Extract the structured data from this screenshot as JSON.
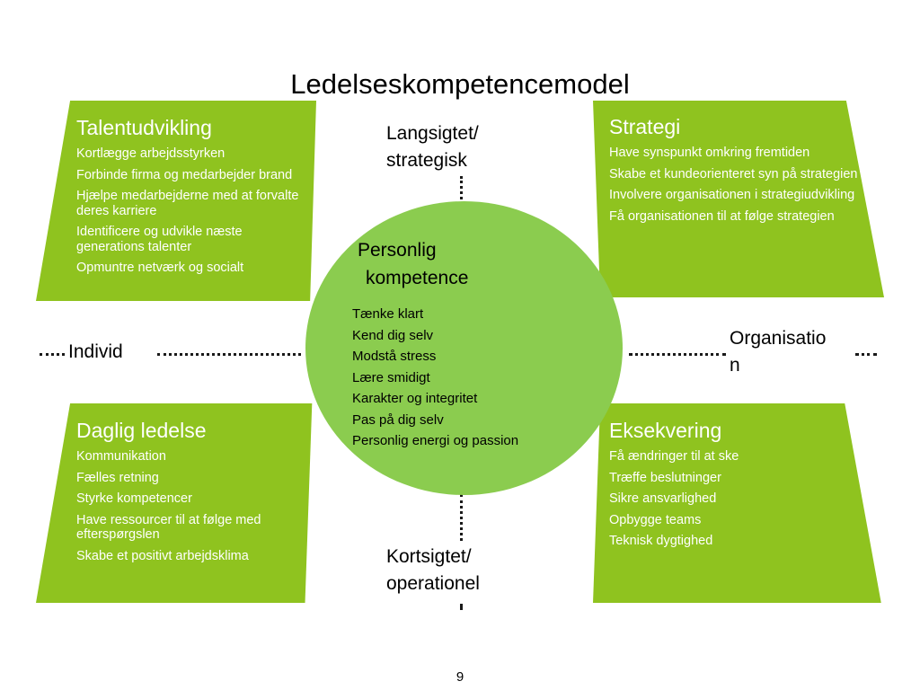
{
  "slide": {
    "title": "Ledelseskompetencemodel",
    "page_number": "9",
    "colors": {
      "quadrant_green": "#8FC31F",
      "circle_green": "#8BCC4F",
      "quadrant_text": "#FFFFFF",
      "axis_text": "#000000",
      "background": "#FFFFFF"
    }
  },
  "axes": {
    "top": {
      "line1": "Langsigtet/",
      "line2": "strategisk"
    },
    "bottom": {
      "line1": "Kortsigtet/",
      "line2": "operationel"
    },
    "left": {
      "line1": "Individ",
      "line2": ""
    },
    "right": {
      "line1": "Organisatio",
      "line2": "n"
    }
  },
  "center": {
    "heading_line1": "Personlig",
    "heading_line2": "kompetence",
    "items": [
      "Tænke klart",
      "Kend dig selv",
      "Modstå stress",
      "Lære smidigt",
      "Karakter og integritet",
      "Pas på dig selv",
      "Personlig energi og passion"
    ]
  },
  "quadrants": {
    "top_left": {
      "heading": "Talentudvikling",
      "items": [
        "Kortlægge arbejdsstyrken",
        "Forbinde firma og medarbejder brand",
        "Hjælpe medarbejderne med at forvalte deres karriere",
        "Identificere og udvikle næste generations talenter",
        "Opmuntre netværk og socialt"
      ]
    },
    "top_right": {
      "heading": "Strategi",
      "items": [
        "Have synspunkt omkring fremtiden",
        "Skabe et kundeorienteret syn på strategien",
        "Involvere organisationen i strategiudvikling",
        "Få organisationen til at følge strategien"
      ]
    },
    "bottom_left": {
      "heading": "Daglig ledelse",
      "items": [
        "Kommunikation",
        "Fælles retning",
        "Styrke kompetencer",
        "Have ressourcer til at følge med efterspørgslen",
        "Skabe et positivt arbejdsklima"
      ]
    },
    "bottom_right": {
      "heading": "Eksekvering",
      "items": [
        "Få ændringer til at ske",
        "Træffe beslutninger",
        "Sikre ansvarlighed",
        "Opbygge teams",
        "Teknisk dygtighed"
      ]
    }
  }
}
